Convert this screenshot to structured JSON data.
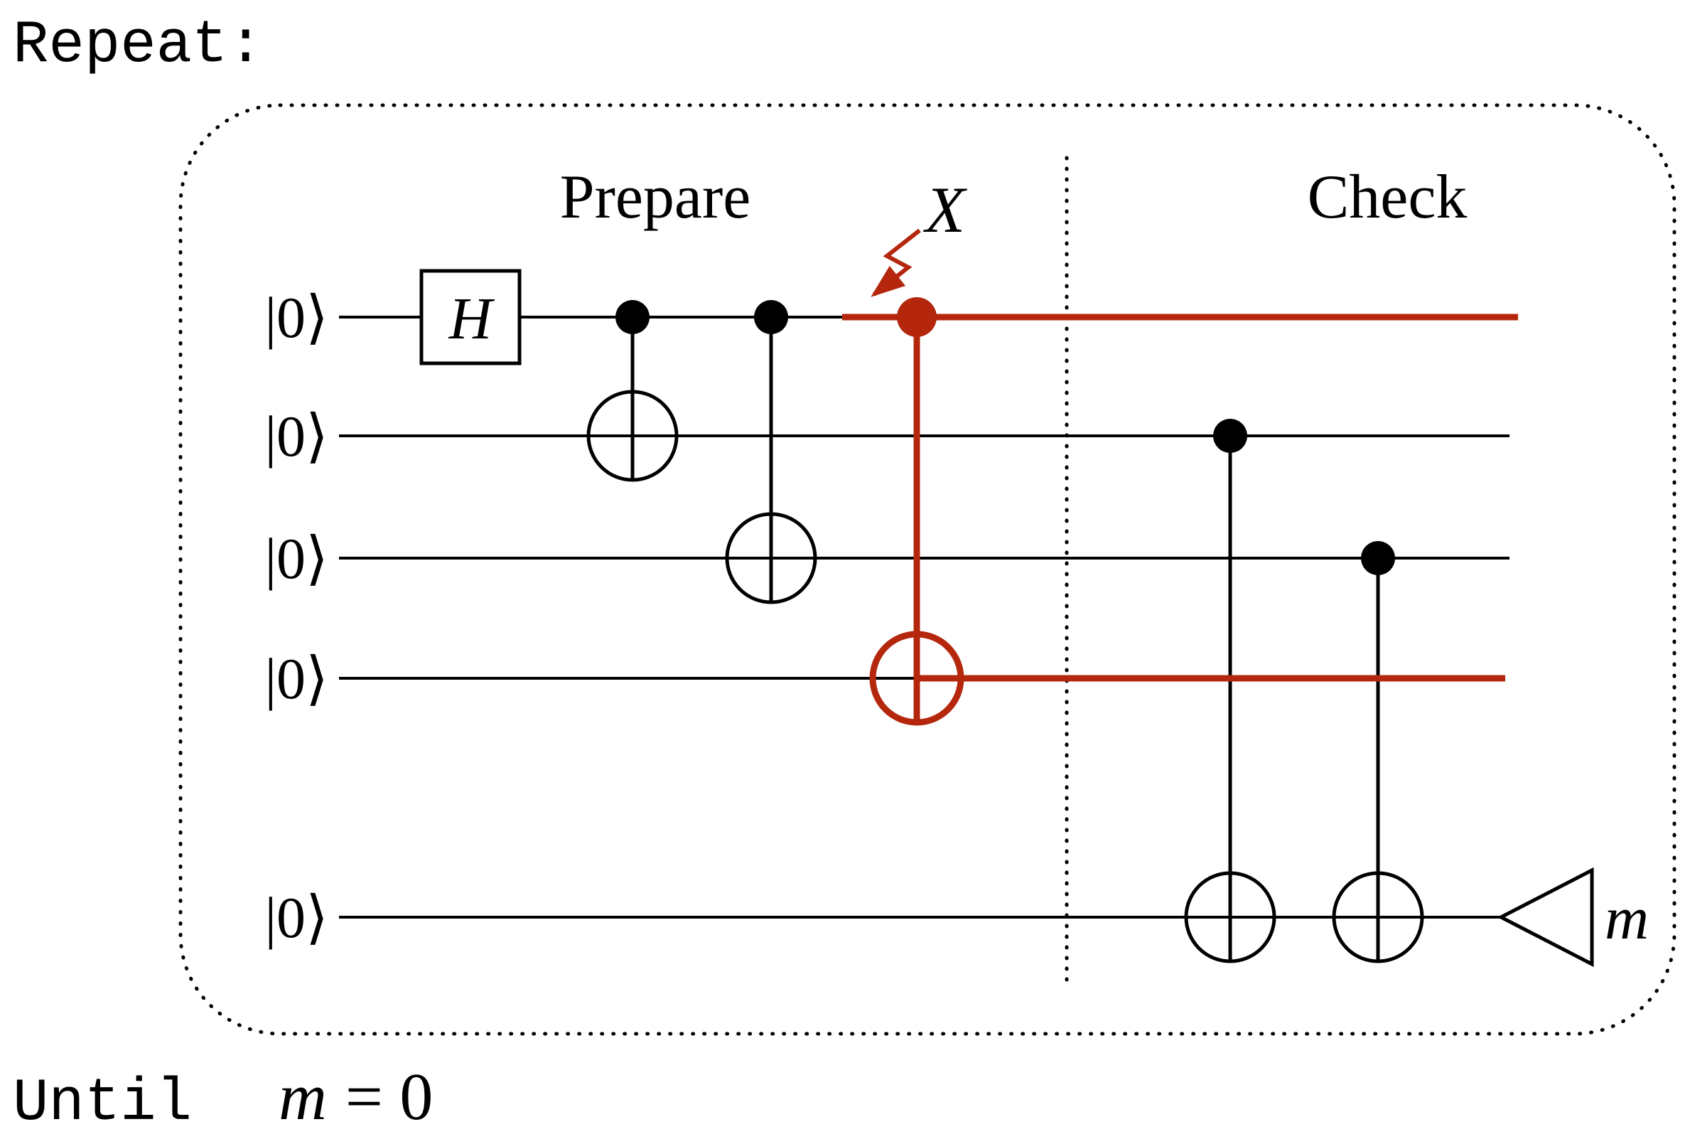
{
  "colors": {
    "error": "#b4270d",
    "wire": "#000000",
    "background": "#ffffff"
  },
  "header": {
    "repeat_label": "Repeat:"
  },
  "footer": {
    "until_label": "Until",
    "condition_var": "m",
    "condition_rest": "= 0"
  },
  "circuit": {
    "sections": [
      {
        "label": "Prepare"
      },
      {
        "label": "Check"
      }
    ],
    "error": {
      "label": "X"
    },
    "hadamard": {
      "label": "H"
    },
    "measurement": {
      "label": "m"
    },
    "qubits": [
      {
        "label": "|0⟩"
      },
      {
        "label": "|0⟩"
      },
      {
        "label": "|0⟩"
      },
      {
        "label": "|0⟩"
      },
      {
        "label": "|0⟩"
      }
    ]
  }
}
